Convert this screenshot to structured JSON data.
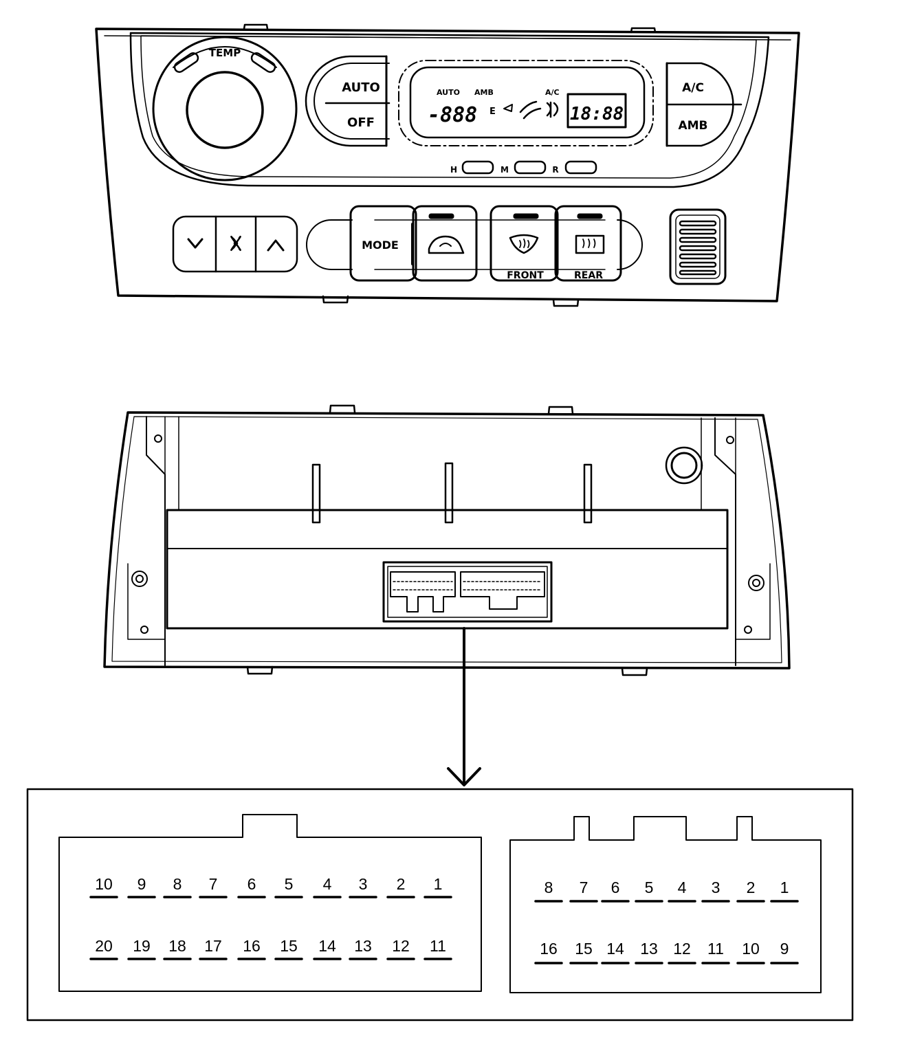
{
  "panel": {
    "temp_label": "TEMP",
    "auto_label": "AUTO",
    "off_label": "OFF",
    "ac_label": "A/C",
    "amb_label": "AMB",
    "lcd_auto": "AUTO",
    "lcd_amb": "AMB",
    "lcd_ac": "A/C",
    "lcd_temp": "-888",
    "lcd_e": "E",
    "lcd_clock": "18:88",
    "ind_h": "H",
    "ind_m": "M",
    "ind_r": "R",
    "mode_label": "MODE",
    "front_label": "FRONT",
    "rear_label": "REAR"
  },
  "connectors": {
    "left": {
      "top_row": [
        "10",
        "9",
        "8",
        "7",
        "6",
        "5",
        "4",
        "3",
        "2",
        "1"
      ],
      "bottom_row": [
        "20",
        "19",
        "18",
        "17",
        "16",
        "15",
        "14",
        "13",
        "12",
        "11"
      ]
    },
    "right": {
      "top_row": [
        "8",
        "7",
        "6",
        "5",
        "4",
        "3",
        "2",
        "1"
      ],
      "bottom_row": [
        "16",
        "15",
        "14",
        "13",
        "12",
        "11",
        "10",
        "9"
      ]
    }
  }
}
